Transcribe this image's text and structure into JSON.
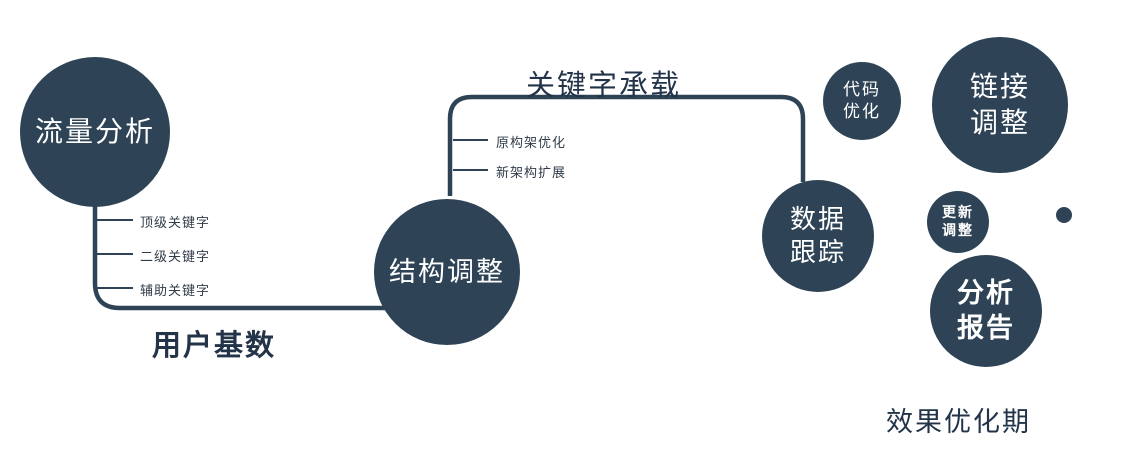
{
  "colors": {
    "node_fill": "#2e4456",
    "line": "#2e4456",
    "node_text": "#ffffff",
    "label_text": "#233449",
    "branch_text": "#313c49",
    "background": "#ffffff"
  },
  "nodes": {
    "traffic": {
      "label": "流量分析"
    },
    "structure": {
      "label": "结构调整"
    },
    "tracking": {
      "label": "数据\n跟踪"
    },
    "code": {
      "label": "代码\n优化"
    },
    "link": {
      "label": "链接\n调整"
    },
    "update": {
      "label": "更新\n调整"
    },
    "report": {
      "label": "分析\n报告"
    }
  },
  "edge_labels": {
    "user_base": "用户基数",
    "keyword_carry": "关键字承载"
  },
  "caption": "效果优化期",
  "branches": {
    "traffic": [
      "顶级关键字",
      "二级关键字",
      "辅助关键字"
    ],
    "structure": [
      "原构架优化",
      "新架构扩展"
    ]
  }
}
